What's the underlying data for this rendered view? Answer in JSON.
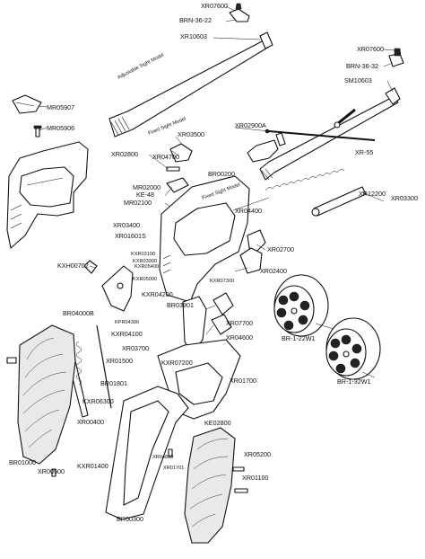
{
  "labels": {
    "xr07600_top": "XR07600",
    "brn3622": "BRN-36-22",
    "xr10603_top": "XR10603",
    "adj_sight": "Adjustable Sight Model",
    "xr07600_right": "XR07600",
    "brn3632": "BRN-36-32",
    "sm10603": "SM10603",
    "mr05907": "MR05907",
    "mr05906": "MR05906",
    "xr02900a": "XR02900A",
    "fixed_sight": "Fixed Sight Model",
    "xr03500": "XR03500",
    "xr02800": "XR02800",
    "xr04700": "XR04700",
    "br00200": "BR00200",
    "xr55": "XR-55",
    "mr02000": "MR02000",
    "ke48": "KE-48",
    "mr02100": "MR02100",
    "fixed_sight_model": "Fixed Sight Model",
    "xr12200": "XR12200",
    "xr03300": "XR03300",
    "xr04400": "XR04400",
    "xr03400": "XR03400",
    "xr01601s": "XR01601S",
    "xr02700": "XR02700",
    "kxr03100": "KXR03100",
    "kxh00702": "KXH00702",
    "kxr03900": "KXR03900",
    "kxr05400": "KXR05400",
    "xr02400": "XR02400",
    "kxr05000": "KXR05000",
    "kxr07300": "KXR07300",
    "kxr04200": "KXR04200",
    "br03901": "BR03901",
    "br04000b": "BR04000B",
    "kpr04300": "KPR04300",
    "xr07700": "XR07700",
    "br1_22w1": "BR-1-22W1",
    "kxr04100": "KXR04100",
    "xr04600": "XR04600",
    "xr03700": "XR03700",
    "xr01500": "XR01500",
    "kxr07200": "KXR07200",
    "br1_32w1": "BR-1-32W1",
    "br01801": "BR01801",
    "xr01700": "XR01700",
    "kxr06300": "KXR06300",
    "ke02800": "KE02800",
    "xr00400": "XR00400",
    "br01000": "BR01000",
    "xr00500": "XR00500",
    "kxr01400": "KXR01400",
    "xr04800": "XR04800",
    "xr01701": "XR01701",
    "xr05200": "XR05200",
    "xr01100": "XR01100",
    "br00300": "BR00300"
  }
}
